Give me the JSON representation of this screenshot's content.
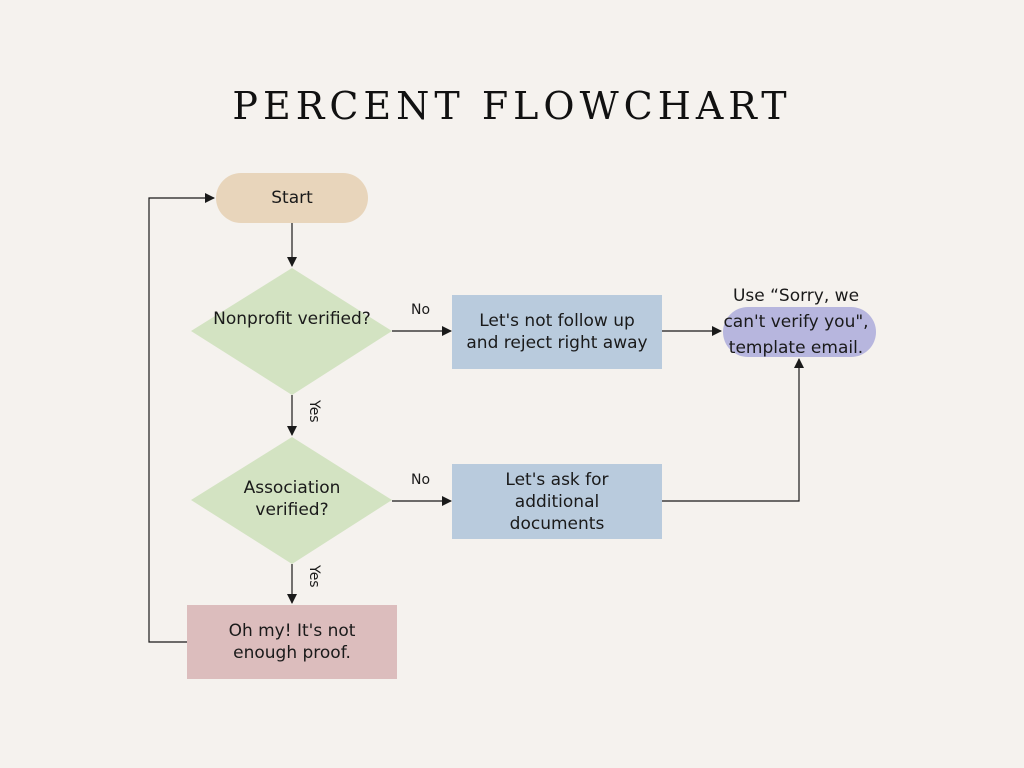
{
  "title": "PERCENT FLOWCHART",
  "nodes": {
    "start": "Start",
    "nonprofit_decision": "Nonprofit verified?",
    "association_decision": "Association verified?",
    "reject": "Let's not follow up and reject right away",
    "ask_documents": "Let's ask for additional documents",
    "not_enough_proof": "Oh my! It's not enough proof.",
    "template_email": "Use “Sorry, we can't verify you\", template email."
  },
  "edges": {
    "nonprofit_no": "No",
    "nonprofit_yes": "Yes",
    "association_no": "No",
    "association_yes": "Yes"
  },
  "colors": {
    "background": "#f5f2ee",
    "start": "#e8d5bb",
    "decision": "#d3e3c2",
    "process": "#b9cbdd",
    "proof": "#dcbdbd",
    "terminal_email": "#b7b6de",
    "line": "#1a1a1a"
  }
}
